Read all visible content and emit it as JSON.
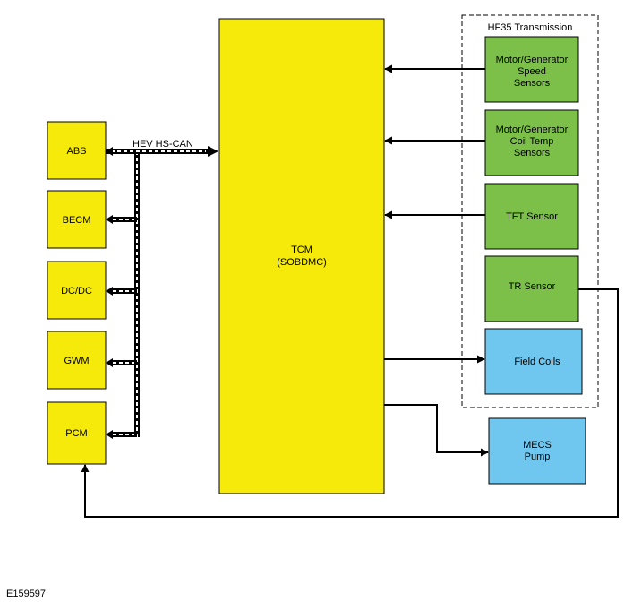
{
  "colors": {
    "yellow": "#f5ea0a",
    "green": "#7cc04a",
    "blue": "#6fc6ee",
    "line": "#000000"
  },
  "tcm": {
    "line1": "TCM",
    "line2": "(SOBDMC)"
  },
  "bus": {
    "label": "HEV HS-CAN"
  },
  "modules": [
    "ABS",
    "BECM",
    "DC/DC",
    "GWM",
    "PCM"
  ],
  "transmission": {
    "title": "HF35 Transmission",
    "sensors": [
      {
        "lines": [
          "Motor/Generator",
          "Speed",
          "Sensors"
        ]
      },
      {
        "lines": [
          "Motor/Generator",
          "Coil Temp",
          "Sensors"
        ]
      },
      {
        "lines": [
          "TFT Sensor"
        ]
      },
      {
        "lines": [
          "TR Sensor"
        ]
      }
    ],
    "field_coils": "Field Coils"
  },
  "mecs_pump": {
    "lines": [
      "MECS",
      "Pump"
    ]
  },
  "figure_id": "E159597"
}
